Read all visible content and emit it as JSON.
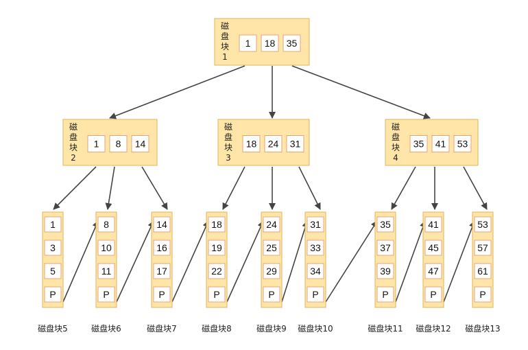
{
  "colors": {
    "block_fill": "#ffe6a8",
    "block_stroke": "#e0b35a",
    "key_fill": "#ffffff",
    "key_stroke": "#e8a37a",
    "arrow": "#444444"
  },
  "root": {
    "label_chars": [
      "磁",
      "盘",
      "块",
      "1"
    ],
    "keys": [
      "1",
      "18",
      "35"
    ]
  },
  "internal": [
    {
      "label_chars": [
        "磁",
        "盘",
        "块",
        "2"
      ],
      "keys": [
        "1",
        "8",
        "14"
      ]
    },
    {
      "label_chars": [
        "磁",
        "盘",
        "块",
        "3"
      ],
      "keys": [
        "18",
        "24",
        "31"
      ]
    },
    {
      "label_chars": [
        "磁",
        "盘",
        "块",
        "4"
      ],
      "keys": [
        "35",
        "41",
        "53"
      ]
    }
  ],
  "leaves": [
    {
      "caption": "磁盘块5",
      "keys": [
        "1",
        "3",
        "5",
        "P"
      ]
    },
    {
      "caption": "磁盘块6",
      "keys": [
        "8",
        "10",
        "11",
        "P"
      ]
    },
    {
      "caption": "磁盘块7",
      "keys": [
        "14",
        "16",
        "17",
        "P"
      ]
    },
    {
      "caption": "磁盘块8",
      "keys": [
        "18",
        "19",
        "22",
        "P"
      ]
    },
    {
      "caption": "磁盘块9",
      "keys": [
        "24",
        "25",
        "29",
        "P"
      ]
    },
    {
      "caption": "磁盘块10",
      "keys": [
        "31",
        "33",
        "34",
        "P"
      ]
    },
    {
      "caption": "磁盘块11",
      "keys": [
        "35",
        "37",
        "39",
        "P"
      ]
    },
    {
      "caption": "磁盘块12",
      "keys": [
        "41",
        "45",
        "47",
        "P"
      ]
    },
    {
      "caption": "磁盘块13",
      "keys": [
        "53",
        "57",
        "61",
        "P"
      ]
    }
  ]
}
